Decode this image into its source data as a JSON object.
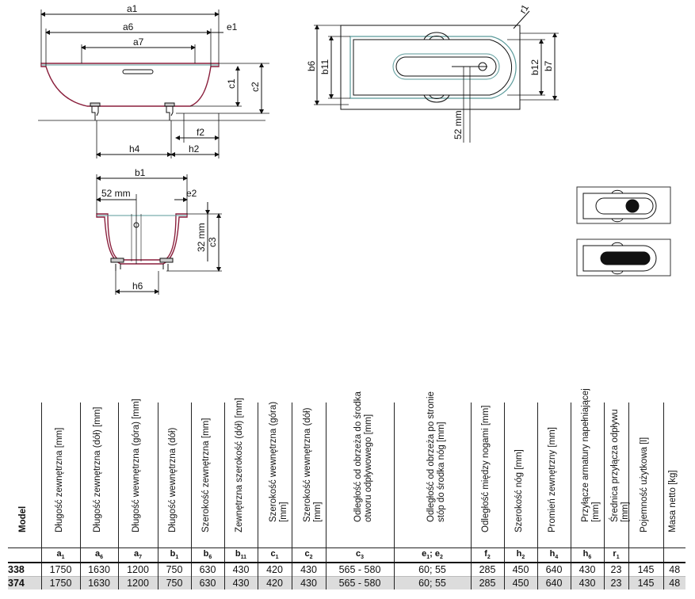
{
  "drawings": {
    "side_view": {
      "labels": [
        "a1",
        "a6",
        "a7",
        "e1",
        "c1",
        "c2",
        "f2",
        "h4",
        "h2"
      ]
    },
    "top_view": {
      "labels": [
        "r1",
        "b6",
        "b11",
        "b12",
        "b7",
        "52 mm"
      ]
    },
    "cross_section": {
      "labels": [
        "b1",
        "52 mm",
        "e2",
        "32 mm",
        "c3",
        "h6"
      ]
    },
    "thumbnails": [
      {
        "name": "thumb-drain-round",
        "description_icon": "drain-round-icon"
      },
      {
        "name": "thumb-drain-oval",
        "description_icon": "drain-oval-icon"
      }
    ]
  },
  "table": {
    "columns": [
      {
        "key": "model",
        "header": "Model",
        "symbol": ""
      },
      {
        "key": "a1",
        "header": "Długość zewnętrzna [mm]",
        "symbol": "a",
        "sub": "1"
      },
      {
        "key": "a6",
        "header": "Długość zewnętrzna (dół) [mm]",
        "symbol": "a",
        "sub": "6"
      },
      {
        "key": "a7",
        "header": "Długość wewnętrzna (góra) [mm]",
        "symbol": "a",
        "sub": "7"
      },
      {
        "key": "b1",
        "header": "Długość wewnętrzna (dół)",
        "symbol": "b",
        "sub": "1"
      },
      {
        "key": "b6",
        "header": "Szerokość zewnętrzna [mm]",
        "symbol": "b",
        "sub": "6"
      },
      {
        "key": "b11",
        "header": "Zewnętrzna szerokość (dół) [mm]",
        "symbol": "b",
        "sub": "11"
      },
      {
        "key": "c1",
        "header": "Szerokość wewnętrzna (góra) [mm]",
        "symbol": "c",
        "sub": "1"
      },
      {
        "key": "c2",
        "header": "Szerokość wewnętrzna (dół) [mm]",
        "symbol": "c",
        "sub": "2"
      },
      {
        "key": "c3",
        "header": "Odległość od obrzeża do środka otworu odpływowego [mm]",
        "symbol": "c",
        "sub": "3"
      },
      {
        "key": "e1e2",
        "header": "Odległość od obrzeża po stronie stóp do środka nóg [mm]",
        "symbol": "e",
        "sub": "1",
        "symbol2": "; e",
        "sub2": "2"
      },
      {
        "key": "f2",
        "header": "Odległość między nogami [mm]",
        "symbol": "f",
        "sub": "2"
      },
      {
        "key": "h2",
        "header": "Szerokość nóg [mm]",
        "symbol": "h",
        "sub": "2"
      },
      {
        "key": "h4",
        "header": "Promień zewnętrzny [mm]",
        "symbol": "h",
        "sub": "4"
      },
      {
        "key": "h6",
        "header": "Przyłącze armatury napełniającej [mm]",
        "symbol": "h",
        "sub": "6"
      },
      {
        "key": "r1",
        "header": "Średnica przyłącza odpływu [mm]",
        "symbol": "r",
        "sub": "1"
      },
      {
        "key": "volume",
        "header": "Pojemność użytkowa [l]",
        "symbol": ""
      },
      {
        "key": "mass",
        "header": "Masa netto [kg]",
        "symbol": ""
      }
    ],
    "rows": [
      {
        "model": "338",
        "a1": "1750",
        "a6": "1630",
        "a7": "1200",
        "b1": "750",
        "b6": "630",
        "b11": "430",
        "c1": "420",
        "c2": "430",
        "c3": "565 - 580",
        "e1e2": "60; 55",
        "f2": "285",
        "h2": "450",
        "h4": "640",
        "h6": "430",
        "r1": "23",
        "volume": "145",
        "mass": "48"
      },
      {
        "model": "374",
        "a1": "1750",
        "a6": "1630",
        "a7": "1200",
        "b1": "750",
        "b6": "630",
        "b11": "430",
        "c1": "420",
        "c2": "430",
        "c3": "565 - 580",
        "e1e2": "60; 55",
        "f2": "285",
        "h2": "450",
        "h4": "640",
        "h6": "430",
        "r1": "23",
        "volume": "145",
        "mass": "48"
      }
    ]
  }
}
